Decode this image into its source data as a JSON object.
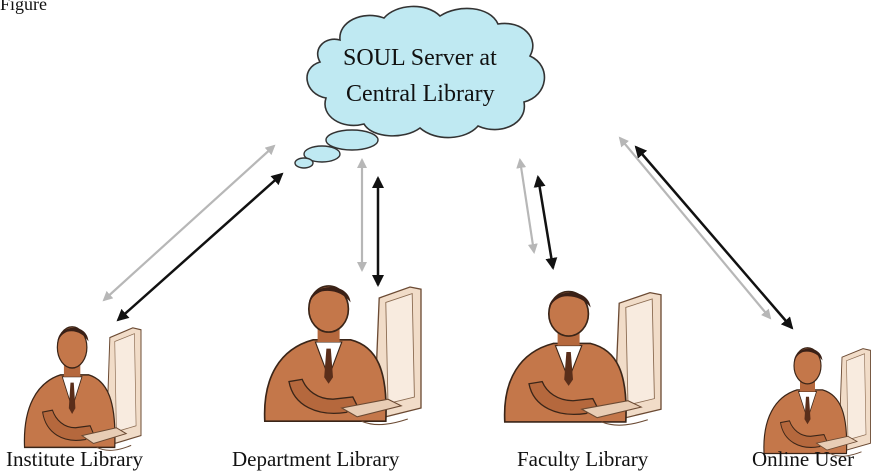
{
  "header_fragment": "Figure",
  "server": {
    "line1": "SOUL Server at",
    "line2": "Central Library"
  },
  "nodes": [
    {
      "label": "Institute Library"
    },
    {
      "label": "Department Library"
    },
    {
      "label": "Faculty Library"
    },
    {
      "label": "Online User"
    }
  ],
  "icons": [
    "cloud-icon",
    "user-at-computer-icon"
  ],
  "colors": {
    "cloud_fill": "#bfe9f2",
    "cloud_stroke": "#333333",
    "arrow_gray": "#b7b7b7",
    "arrow_black": "#111111",
    "figure_skin": "#c4774a",
    "monitor": "#f1dcc8"
  }
}
